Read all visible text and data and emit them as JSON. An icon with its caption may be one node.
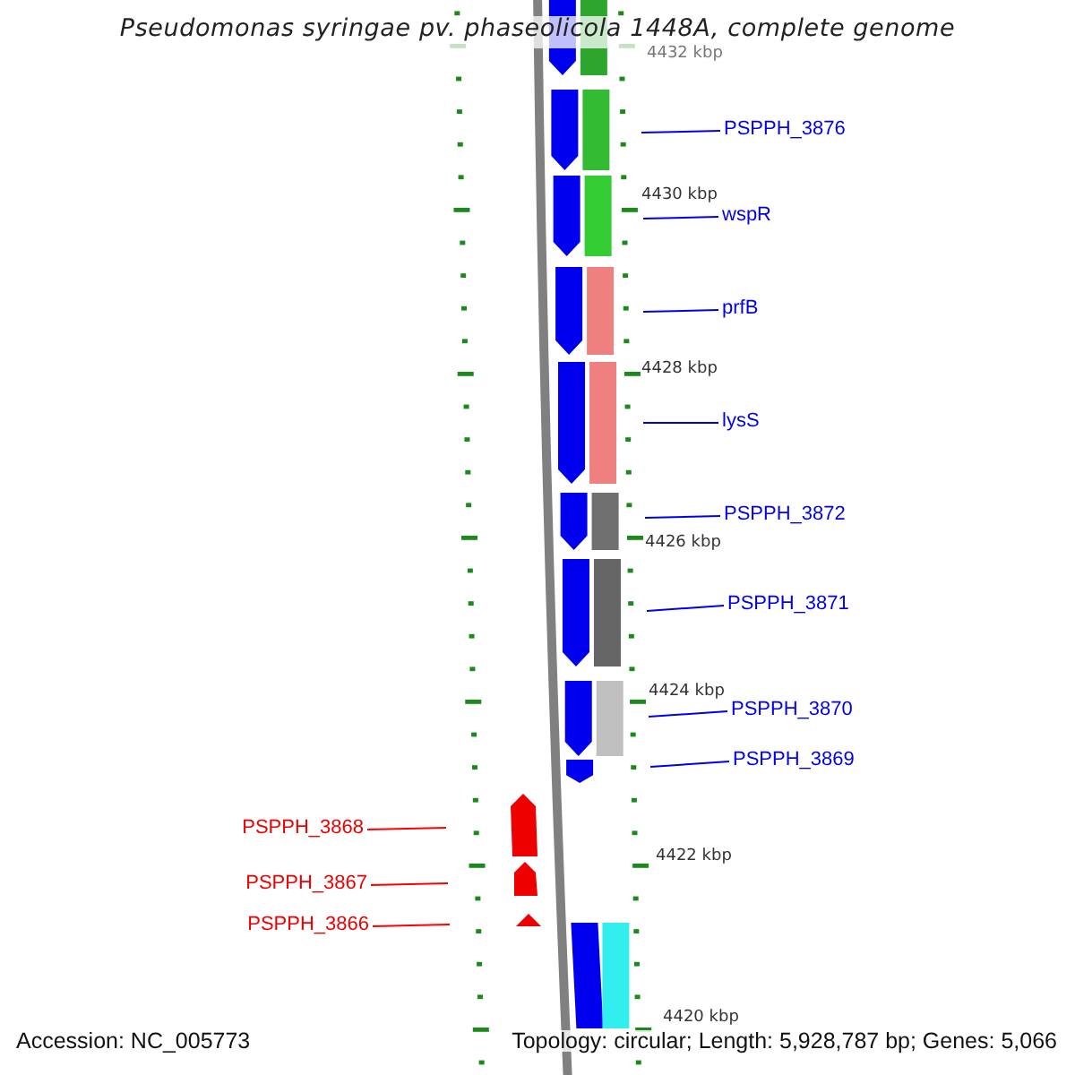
{
  "diagram": {
    "title": "Pseudomonas syringae pv. phaseolicola 1448A, complete genome",
    "nodes": [
      {
        "text": [
          "PSPPH_3876"
        ]
      },
      {
        "text": [
          "wspR"
        ]
      },
      {
        "text": [
          "prfB"
        ]
      },
      {
        "text": [
          "lysS"
        ]
      },
      {
        "text": [
          "PSPPH_3872"
        ]
      },
      {
        "text": [
          "PSPPH_3871"
        ]
      },
      {
        "text": [
          "PSPPH_3870"
        ]
      },
      {
        "text": [
          "PSPPH_3869"
        ]
      },
      {
        "text": [
          "PSPPH_3868"
        ]
      },
      {
        "text": [
          "PSPPH_3867"
        ]
      },
      {
        "text": [
          "PSPPH_3866"
        ]
      }
    ],
    "edges": [
      {
        "from": 0,
        "to": null,
        "arrow": "none"
      },
      {
        "from": 1,
        "to": null,
        "arrow": "none"
      },
      {
        "from": 2,
        "to": null,
        "arrow": "none"
      },
      {
        "from": 3,
        "to": null,
        "arrow": "none"
      },
      {
        "from": 4,
        "to": null,
        "arrow": "none"
      },
      {
        "from": 5,
        "to": null,
        "arrow": "none"
      },
      {
        "from": 6,
        "to": null,
        "arrow": "none"
      },
      {
        "from": 7,
        "to": null,
        "arrow": "none"
      },
      {
        "from": 8,
        "to": null,
        "arrow": "none",
        "color": "#ff0000"
      },
      {
        "from": 9,
        "to": null,
        "arrow": "none",
        "color": "#ff0000"
      },
      {
        "from": 10,
        "to": null,
        "arrow": "none",
        "color": "#ff0000"
      }
    ],
    "labels": [
      "4432 kbp",
      "4430 kbp",
      "4428 kbp",
      "4426 kbp",
      "4424 kbp",
      "4422 kbp",
      "4420 kbp",
      "Accession: NC_005773",
      "Topology: circular; Length: 5,928,787 bp; Genes: 5,066"
    ]
  }
}
